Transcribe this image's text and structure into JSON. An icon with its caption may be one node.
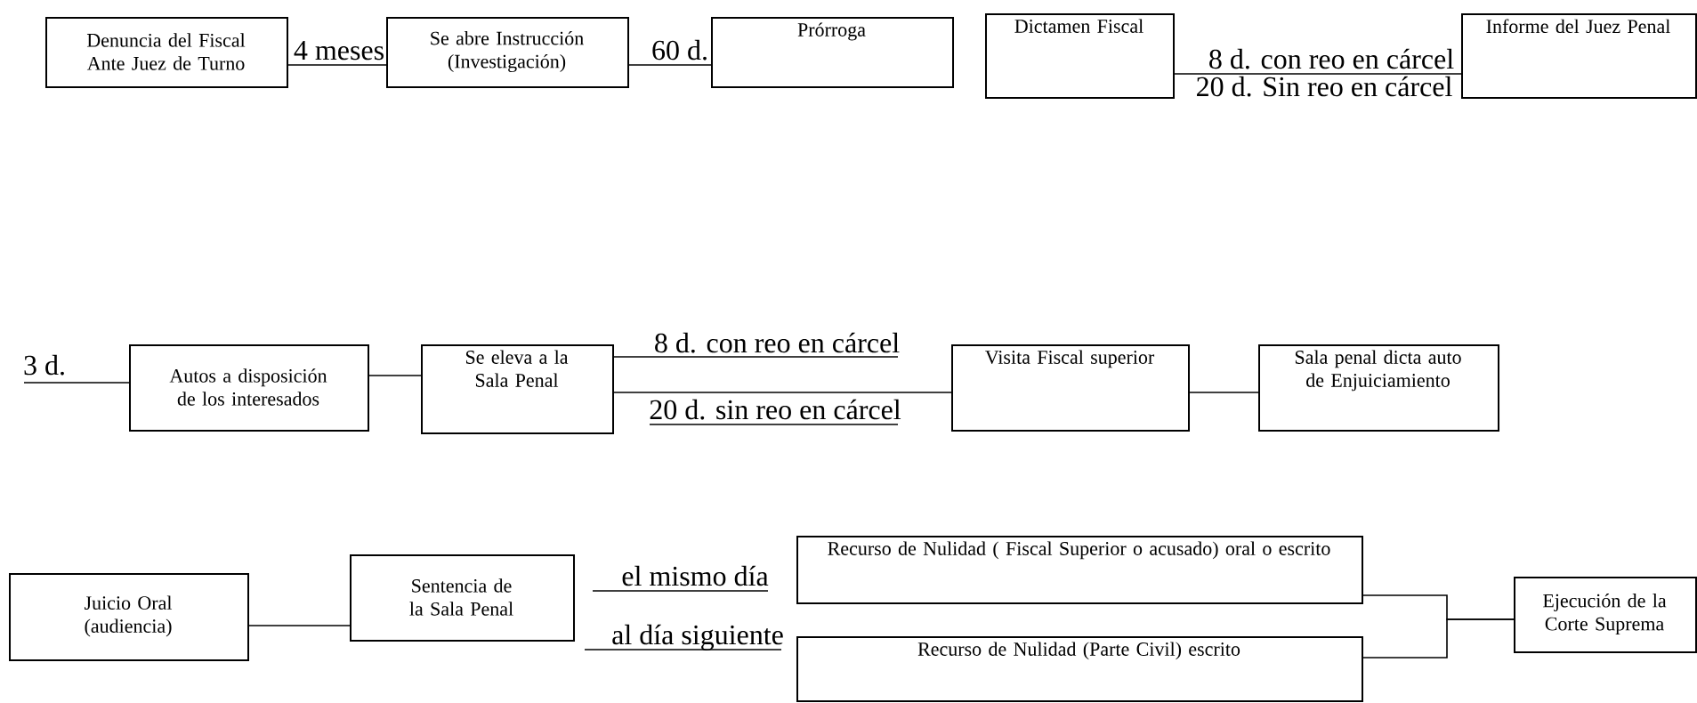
{
  "diagram": {
    "nodes": [
      {
        "text": [
          "Denuncia del Fiscal Ante Juez de Turno"
        ]
      },
      {
        "text": [
          "Se abre Instrucción (Investigación)"
        ]
      },
      {
        "text": [
          "Prórroga"
        ]
      },
      {
        "text": [
          "Dictamen Fiscal"
        ]
      },
      {
        "text": [
          "Informe del Juez Penal"
        ]
      },
      {
        "text": [
          "Autos a disposición de los interesados"
        ]
      },
      {
        "text": [
          "Se eleva a la Sala Penal"
        ]
      },
      {
        "text": [
          "Visita Fiscal superior"
        ]
      },
      {
        "text": [
          "Sala penal dicta auto de Enjuiciamiento"
        ]
      },
      {
        "text": [
          "Juicio Oral (audiencia)"
        ]
      },
      {
        "text": [
          "Sentencia de la Sala Penal"
        ]
      },
      {
        "text": [
          "Recurso de Nulidad ( Fiscal Superior o acusado) oral o escrito"
        ]
      },
      {
        "text": [
          "Recurso de Nulidad (Parte Civil) escrito"
        ]
      },
      {
        "text": [
          "Ejecución de la Corte Suprema"
        ]
      }
    ],
    "edges": [
      {
        "from": 0,
        "to": 1,
        "arrow": "none",
        "label": "4 meses"
      },
      {
        "from": 1,
        "to": 2,
        "arrow": "none",
        "label": "60 d."
      },
      {
        "from": 3,
        "to": 4,
        "arrow": "none",
        "label": "8 d. con reo en cárcel"
      },
      {
        "from": null,
        "to": 5,
        "arrow": "none",
        "label": "3 d."
      },
      {
        "from": 5,
        "to": 6,
        "arrow": "none"
      },
      {
        "from": 6,
        "to": 7,
        "arrow": "none"
      },
      {
        "from": 7,
        "to": 8,
        "arrow": "none"
      },
      {
        "from": 9,
        "to": 10,
        "arrow": "none"
      },
      {
        "from": 11,
        "to": 13,
        "arrow": "none"
      },
      {
        "from": 12,
        "to": 13,
        "arrow": "none"
      }
    ],
    "labels": [
      "20 d. Sin reo en cárcel",
      "8 d. con reo en cárcel",
      "20 d. sin reo en cárcel",
      "el mismo día",
      "al día siguiente"
    ]
  }
}
